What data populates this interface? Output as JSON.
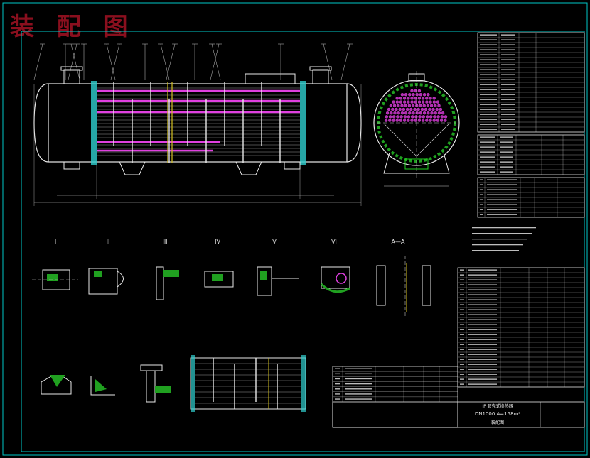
{
  "heading": "装 配 图",
  "title_block": {
    "line1": "IP 管壳式换热器",
    "line2": "DN1000  A=158m²",
    "line3": "装配图"
  },
  "view_labels": [
    "I",
    "II",
    "III",
    "IV",
    "V",
    "VI",
    "A—A"
  ],
  "colors": {
    "background": "#000000",
    "frame": "#00c8c8",
    "title_red": "#8a0f1e",
    "tube": "#e040e0",
    "baffle": "#f0f0f0",
    "flange": "#30d0d0",
    "hatch": "#20a020",
    "table": "#c040c0"
  }
}
